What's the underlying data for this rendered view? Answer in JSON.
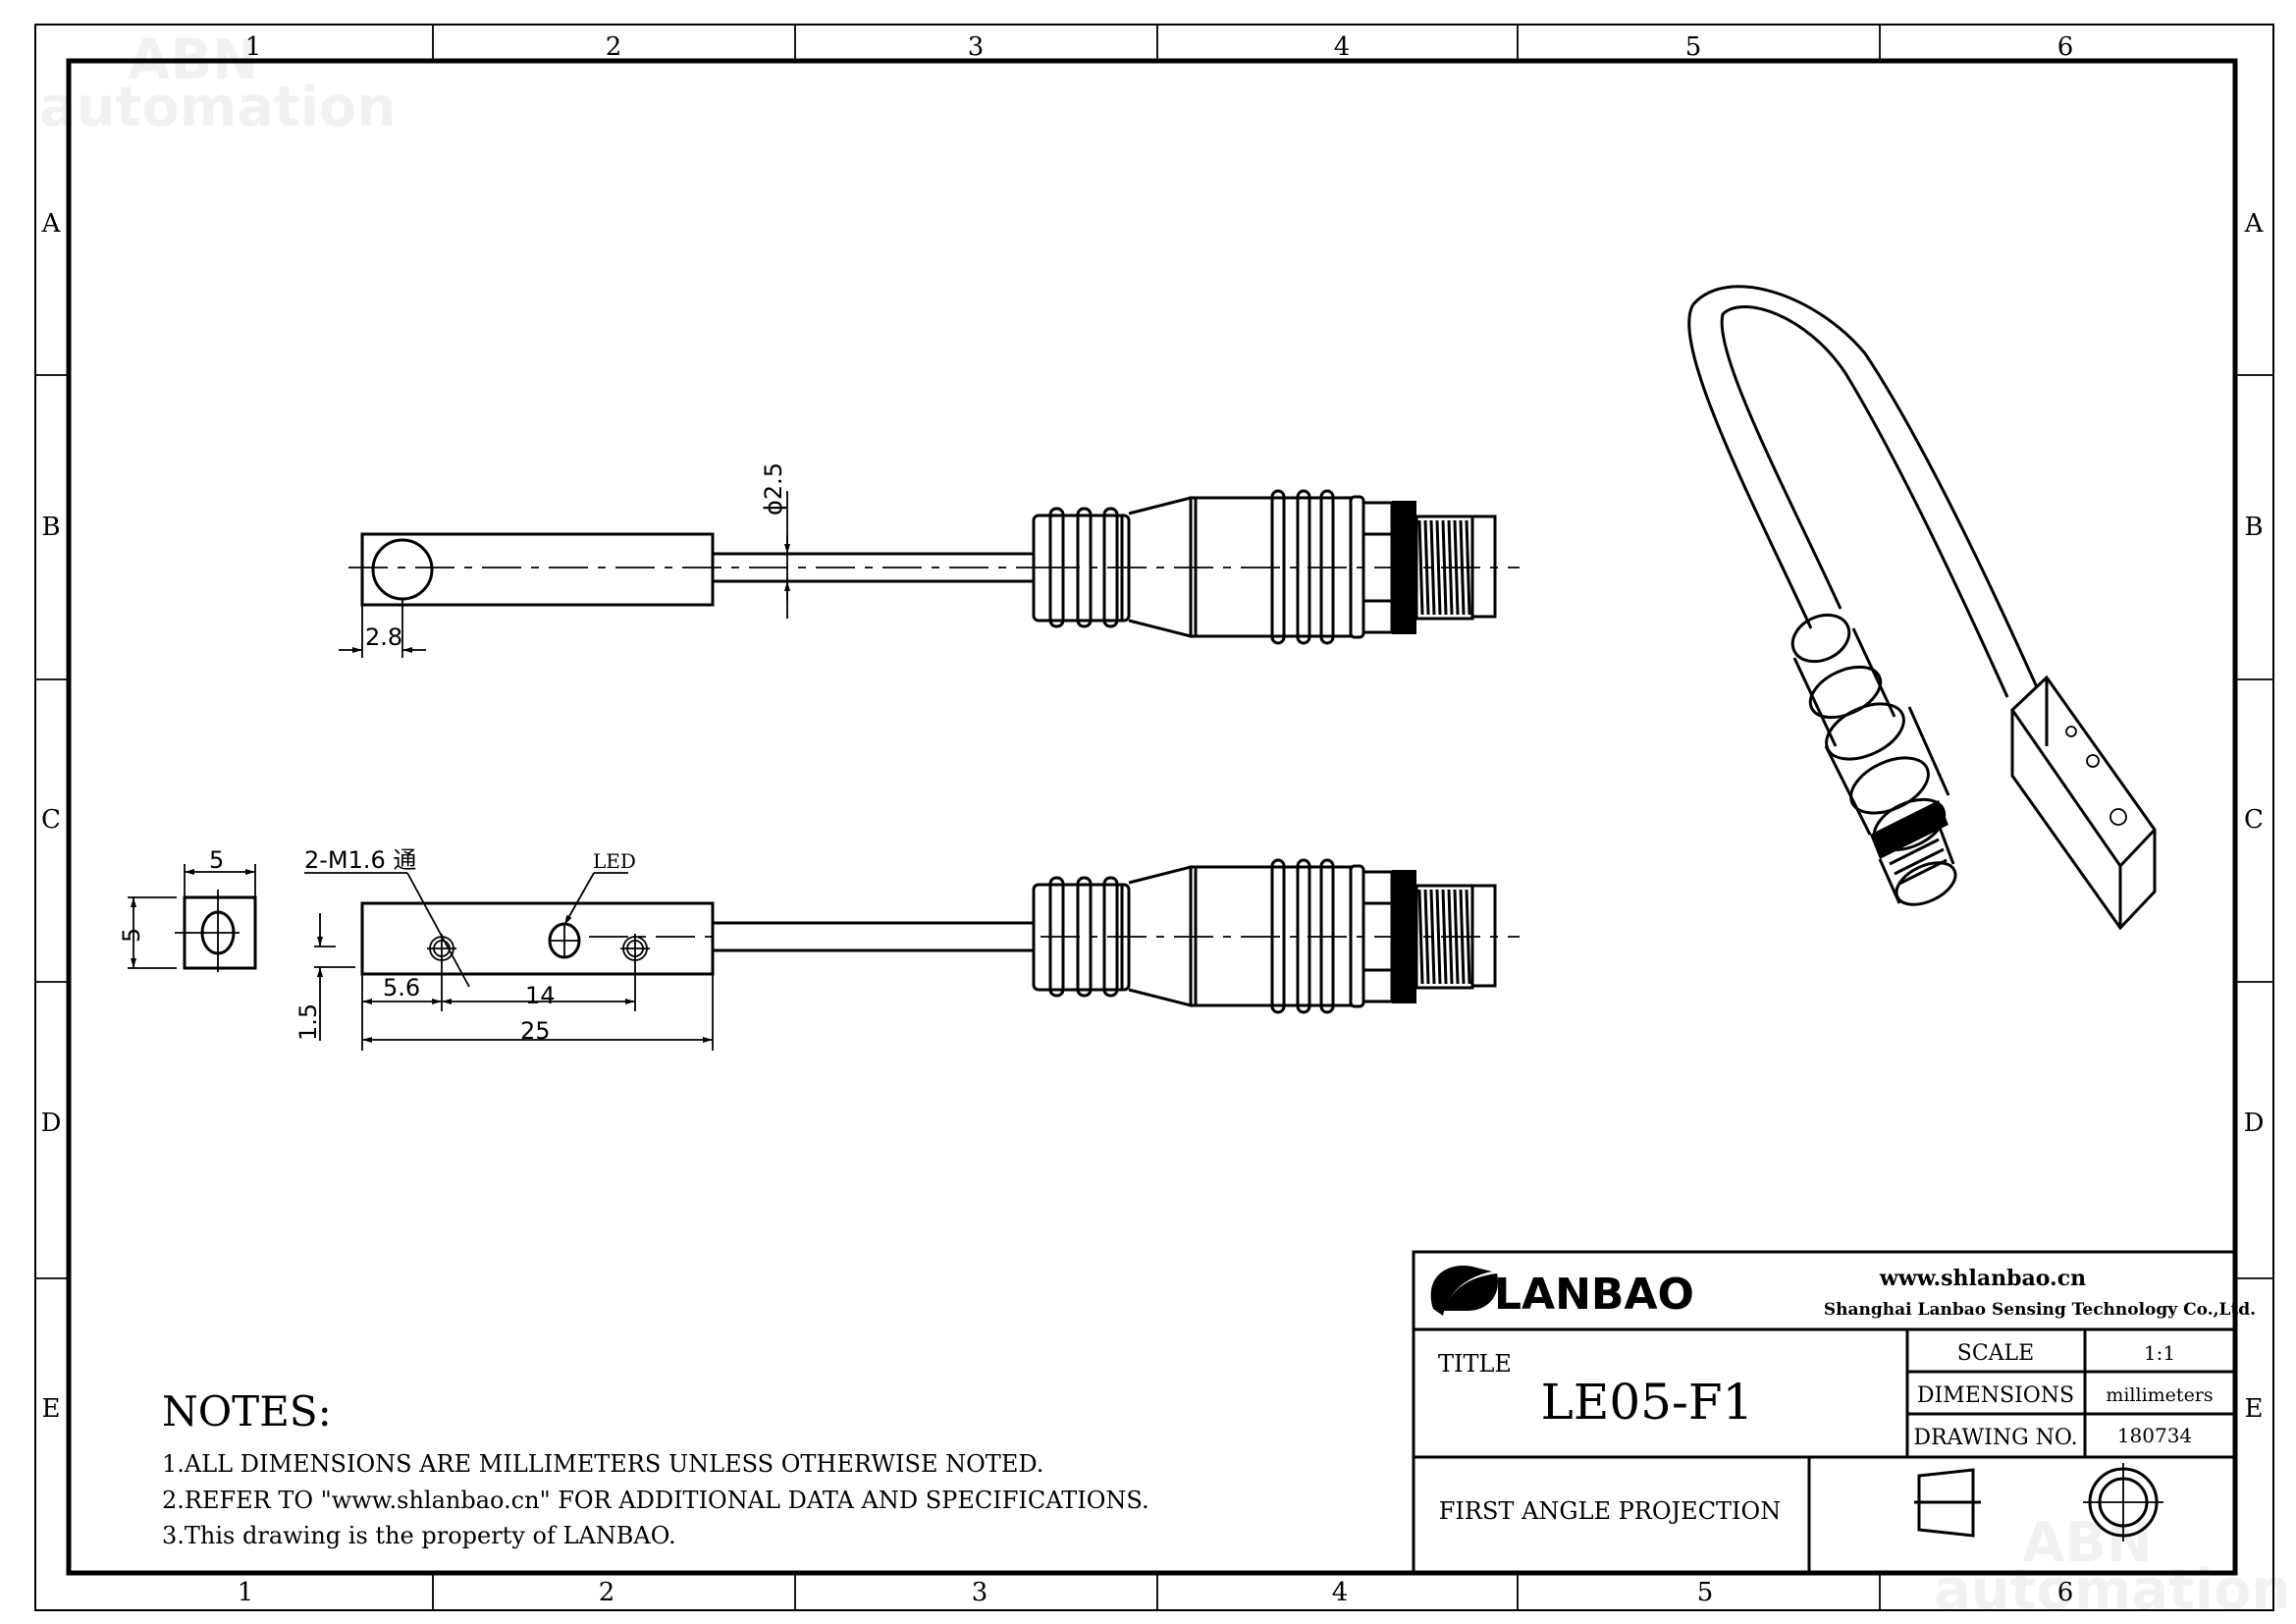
{
  "watermark": {
    "line1": "ABN",
    "line2": "automation"
  },
  "frame": {
    "columns": [
      "1",
      "2",
      "3",
      "4",
      "5",
      "6"
    ],
    "rows": [
      "A",
      "B",
      "C",
      "D",
      "E"
    ]
  },
  "dimensions": {
    "diameter": "ϕ2.5",
    "hole_offset_top": "2.8",
    "end_width": "5",
    "end_height": "5",
    "thread_note": "2-M1.6 通",
    "led_label": "LED",
    "first_hole": "5.6",
    "hole_spacing": "14",
    "length": "25",
    "hole_height": "1.5"
  },
  "notes": {
    "heading": "NOTES:",
    "items": [
      "1.ALL DIMENSIONS ARE MILLIMETERS UNLESS OTHERWISE NOTED.",
      "2.REFER TO \"www.shlanbao.cn\" FOR ADDITIONAL DATA AND SPECIFICATIONS.",
      "3.This drawing is the property of LANBAO."
    ]
  },
  "title_block": {
    "logo": "LANBAO",
    "website": "www.shlanbao.cn",
    "company": "Shanghai Lanbao Sensing Technology Co.,Ltd.",
    "title_label": "TITLE",
    "title": "LE05-F1",
    "scale_label": "SCALE",
    "scale": "1:1",
    "dimensions_label": "DIMENSIONS",
    "dimensions": "millimeters",
    "drawing_no_label": "DRAWING NO.",
    "drawing_no": "180734",
    "projection": "FIRST ANGLE PROJECTION"
  }
}
